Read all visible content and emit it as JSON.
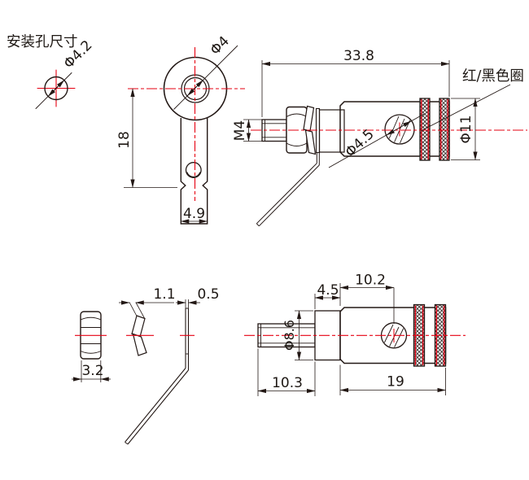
{
  "drawing": {
    "mounting_hole_title": "安装孔尺寸",
    "color_ring_note": "红/黑色圈",
    "dims": {
      "mount_hole_dia": "Φ4.2",
      "front_hole_dia": "Φ4",
      "front_height": "18",
      "tab_width": "4.9",
      "overall_length": "33.8",
      "thread": "M4",
      "jack_hole_dia": "Φ4.5",
      "ring_dia": "Φ11",
      "nut_thickness": "3.2",
      "washer_thickness": "1.1",
      "lug_thickness": "0.5",
      "flange_length": "4.5",
      "hole_offset": "10.2",
      "flange_dia": "Φ8.6",
      "stud_length": "10.3",
      "body_length": "19"
    },
    "colors": {
      "line": "#231815",
      "centerline": "#e60012"
    }
  }
}
